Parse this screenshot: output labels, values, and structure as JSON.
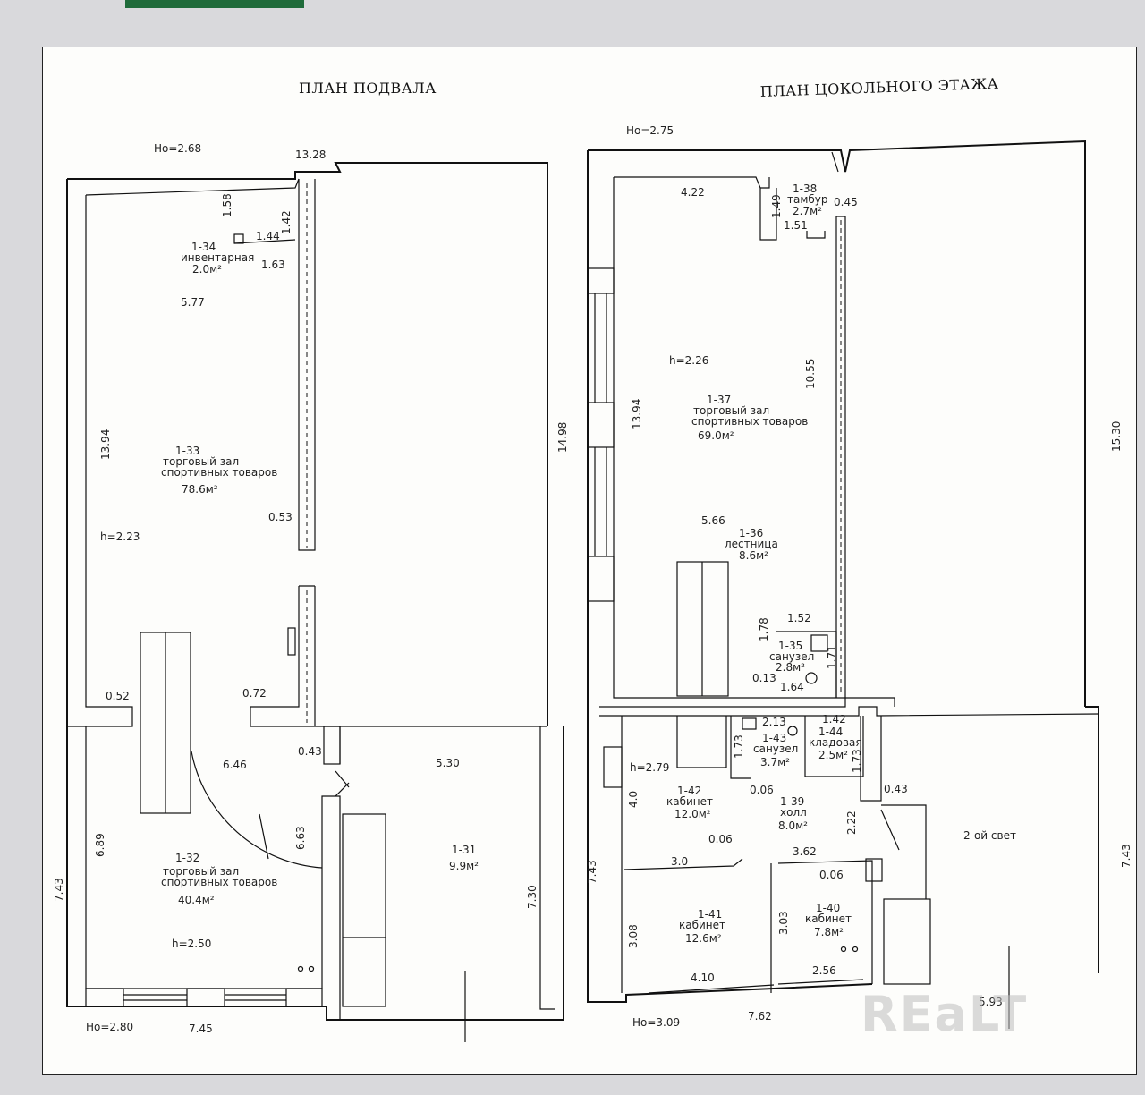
{
  "titles": {
    "basement": "ПЛАН ПОДВАЛА",
    "ground": "ПЛАН ЦОКОЛЬНОГО ЭТАЖА"
  },
  "levels": {
    "b_top": "Hо=2.68",
    "b_bottom": "Hо=2.80",
    "g_top": "Hо=2.75",
    "g_bottom": "Hо=3.09"
  },
  "basement_rooms": [
    {
      "num": "1-34",
      "name": "инвентарная",
      "area": "2.0м²"
    },
    {
      "num": "1-33",
      "name": "торговый зал спортивных товаров",
      "name1": "торговый зал",
      "name2": "спортивных товаров",
      "area": "78.6м²"
    },
    {
      "num": "1-32",
      "name1": "торговый зал",
      "name2": "спортивных товаров",
      "area": "40.4м²"
    },
    {
      "num": "1-31",
      "area": "9.9м²"
    }
  ],
  "ground_rooms": [
    {
      "num": "1-38",
      "name": "тамбур",
      "area": "2.7м²"
    },
    {
      "num": "1-37",
      "name1": "торговый зал",
      "name2": "спортивных товаров",
      "area": "69.0м²"
    },
    {
      "num": "1-36",
      "name": "лестница",
      "area": "8.6м²"
    },
    {
      "num": "1-35",
      "name": "санузел",
      "area": "2.8м²"
    },
    {
      "num": "1-43",
      "name": "санузел",
      "area": "3.7м²"
    },
    {
      "num": "1-44",
      "name": "кладовая",
      "area": "2.5м²"
    },
    {
      "num": "1-42",
      "name": "кабинет",
      "area": "12.0м²"
    },
    {
      "num": "1-39",
      "name": "холл",
      "area": "8.0м²"
    },
    {
      "num": "1-41",
      "name": "кабинет",
      "area": "12.6м²"
    },
    {
      "num": "1-40",
      "name": "кабинет",
      "area": "7.8м²"
    }
  ],
  "ground_extra": {
    "second_light": "2-ой свет"
  },
  "heights": {
    "b_upper": "h=2.23",
    "b_lower": "h=2.50",
    "g_upper": "h=2.26",
    "g_lower": "h=2.79"
  },
  "basement_dims": [
    "13.28",
    "1.58",
    "1.42",
    "1.44",
    "1.63",
    "5.77",
    "13.94",
    "14.98",
    "0.53",
    "0.52",
    "0.72",
    "6.46",
    "0.43",
    "5.30",
    "6.63",
    "6.89",
    "7.43",
    "7.30",
    "7.45"
  ],
  "ground_dims": [
    "4.22",
    "1.49",
    "1.51",
    "0.45",
    "10.55",
    "13.94",
    "15.30",
    "5.66",
    "1.52",
    "1.78",
    "1.71",
    "0.13",
    "1.64",
    "2.13",
    "1.42",
    "1.73",
    "1.73",
    "0.06",
    "4.0",
    "0.43",
    "2.22",
    "0.06",
    "3.0",
    "3.62",
    "0.06",
    "7.43",
    "3.08",
    "3.03",
    "4.10",
    "2.56",
    "7.62",
    "5.93",
    "7.43"
  ],
  "watermark": "REaLT"
}
